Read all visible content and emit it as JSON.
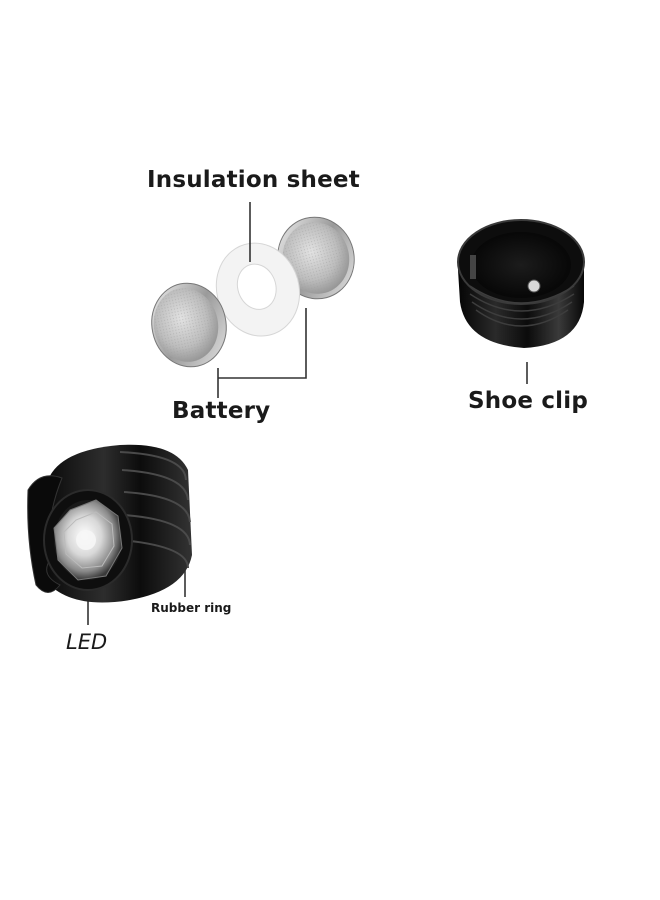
{
  "labels": {
    "insulation_sheet": "Insulation sheet",
    "battery": "Battery",
    "shoe_clip": "Shoe clip",
    "rubber_ring": "Rubber ring",
    "led": "LED"
  },
  "icons": {
    "battery_left": "coin-cell-battery-icon",
    "battery_right": "coin-cell-battery-icon",
    "insulation": "insulation-washer-icon",
    "shoe_clip": "shoe-clip-cap-icon",
    "led_housing": "led-housing-icon"
  },
  "colors": {
    "background": "#ffffff",
    "text": "#1a1a1a",
    "leader_line": "#333333",
    "metal_dark": "#0b0b0b",
    "battery_silver": "#b9b9b9"
  }
}
